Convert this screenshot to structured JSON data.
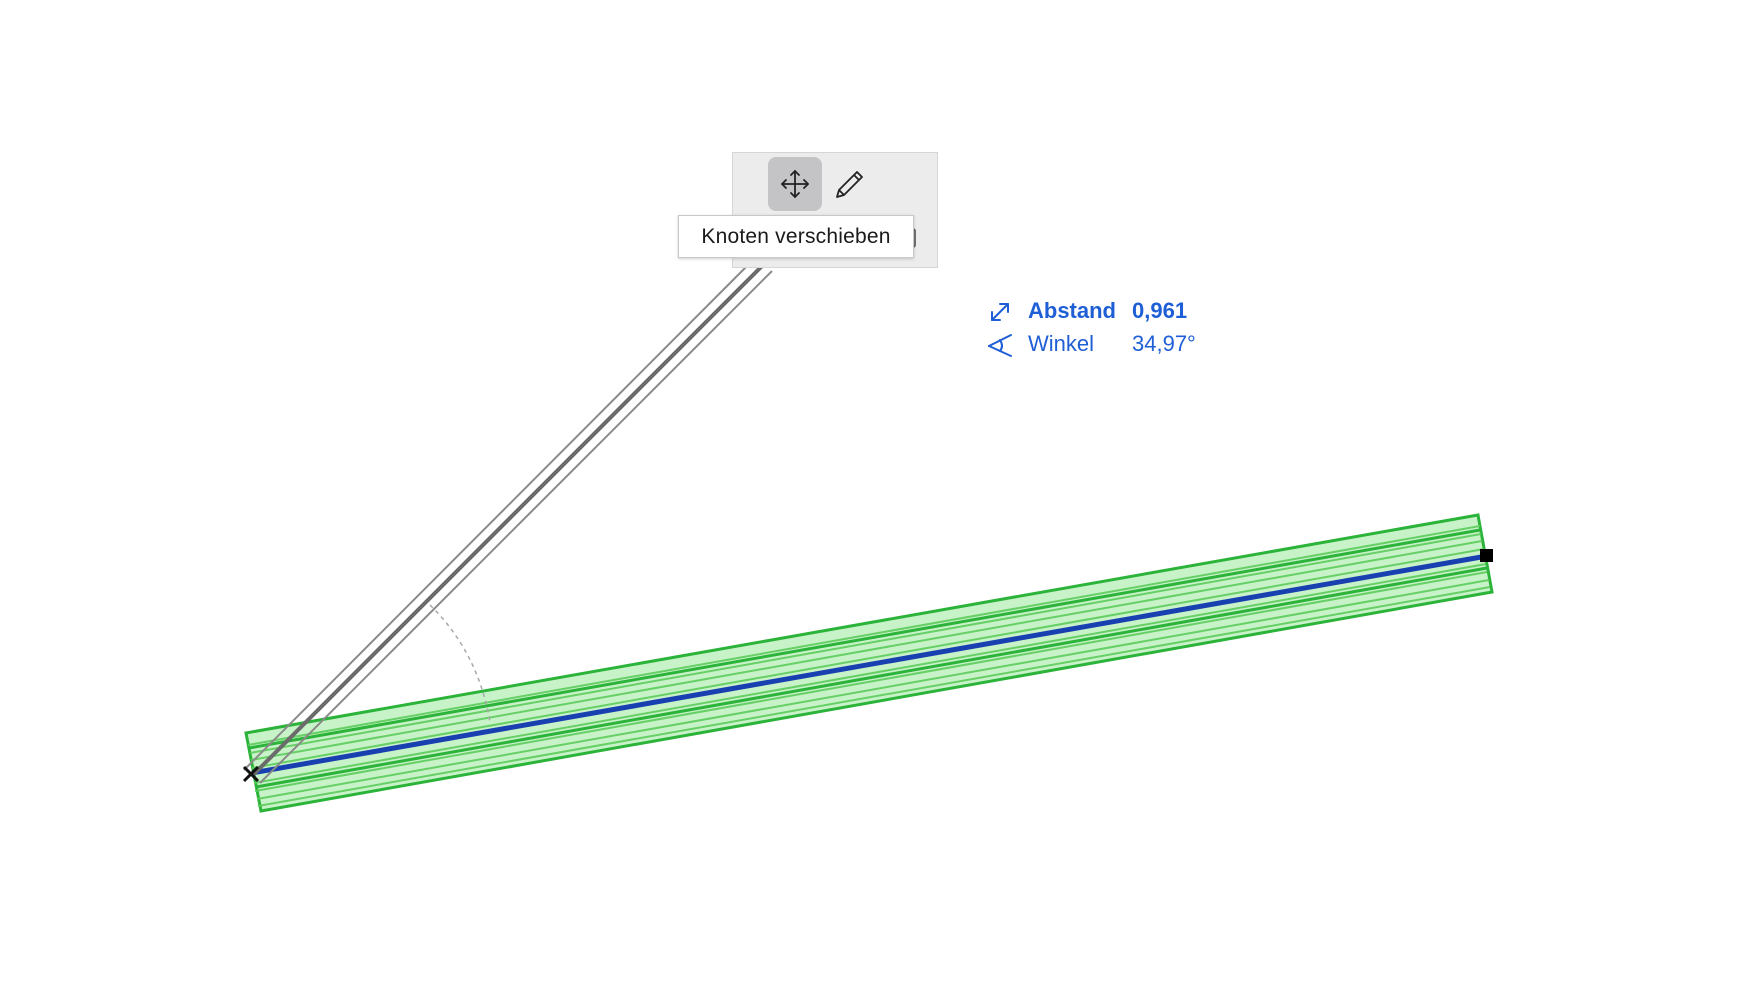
{
  "toolbar": {
    "move_tool_icon": "move-arrows-icon",
    "edit_tool_icon": "pencil-icon",
    "copy_tool_icon": "copy-icon",
    "tooltip": "Knoten verschieben"
  },
  "measurement": {
    "distance_label": "Abstand",
    "distance_value": "0,961",
    "angle_label": "Winkel",
    "angle_value": "34,97°",
    "distance_icon": "diagonal-arrow-icon",
    "angle_icon": "angle-icon"
  },
  "colors": {
    "accent_blue": "#1f5fd6",
    "wall_green": "#2bb33a",
    "wall_fill": "#bff0bf",
    "centerline_blue": "#1840b0"
  }
}
